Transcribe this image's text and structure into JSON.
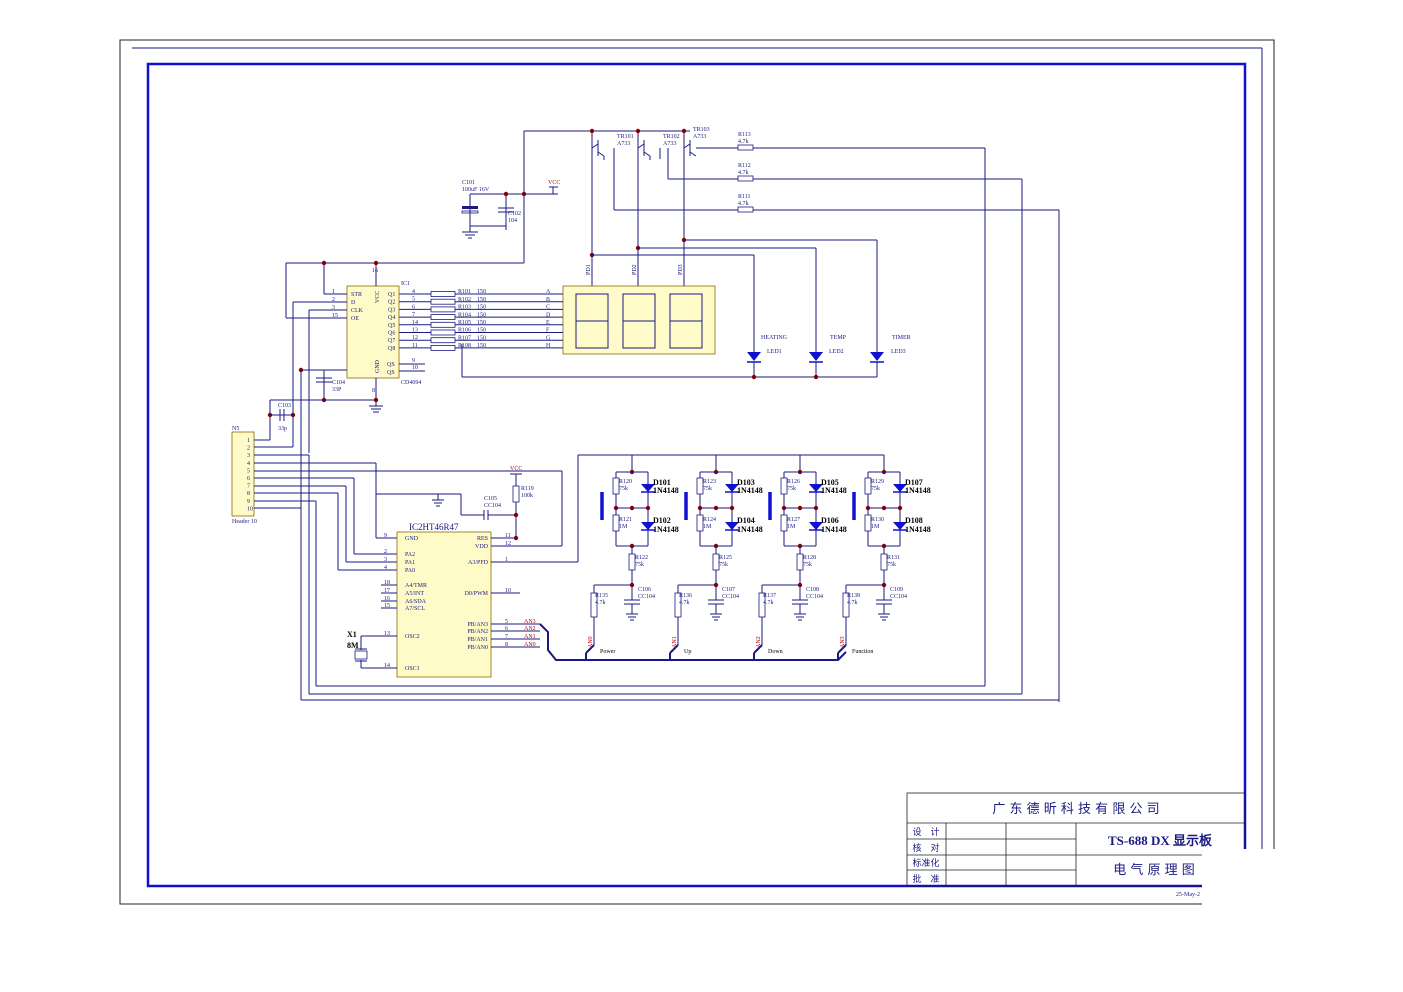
{
  "title_block": {
    "company": "广 东 德 昕 科 技 有 限 公 司",
    "product": "TS-688 DX 显示板",
    "drawing": "电 气 原 理 图",
    "rows": [
      "设　计",
      "核　对",
      "标准化",
      "批　准"
    ],
    "date": "25-May-2"
  },
  "labels": {
    "vcc": "VCC",
    "c101": "C101",
    "c101_val": "100uF 16V",
    "c102": "C102",
    "c102_val": "104",
    "c103": "C103",
    "c103_val": "33p",
    "c104": "C104",
    "c104_val": "33P",
    "c105": "C105",
    "c105_val": "CC104",
    "r119": "R119",
    "r119_val": "100k",
    "ic1": "IC1",
    "ic1_part": "CD4094",
    "ic2": "IC2HT46R47",
    "n5": "N5",
    "n5_part": "Header 10",
    "x1": "X1",
    "x1_val": "8M",
    "tr101": "TR101",
    "tr102": "TR102",
    "tr103": "TR103",
    "a733": "A733",
    "pd1": "PD1",
    "pd2": "PD2",
    "pd3": "PD3",
    "r113": "R113",
    "r112": "R112",
    "r111": "R111",
    "r47k": "4.7k",
    "heating": "HEATING",
    "temp": "TEMP",
    "timer": "TIMER",
    "led1": "LED1",
    "led2": "LED2",
    "led3": "LED3",
    "an3": "AN3",
    "an2": "AN2",
    "an1": "AN1",
    "an0": "AN0"
  },
  "ic1_pins_left": [
    {
      "num": "1",
      "name": "STR"
    },
    {
      "num": "2",
      "name": "D"
    },
    {
      "num": "3",
      "name": "CLK"
    },
    {
      "num": "15",
      "name": "OE"
    }
  ],
  "ic1_pins_right": [
    {
      "num": "4",
      "name": "Q1"
    },
    {
      "num": "5",
      "name": "Q2"
    },
    {
      "num": "6",
      "name": "Q3"
    },
    {
      "num": "7",
      "name": "Q4"
    },
    {
      "num": "14",
      "name": "Q5"
    },
    {
      "num": "13",
      "name": "Q6"
    },
    {
      "num": "12",
      "name": "Q7"
    },
    {
      "num": "11",
      "name": "Q8"
    }
  ],
  "ic1_extra": {
    "vcc": "VCC",
    "gnd": "GND",
    "qs": "QS",
    "qs2": "QS",
    "pin16": "16",
    "pin8": "8",
    "pin9": "9",
    "pin10": "10"
  },
  "seg_resistors": [
    {
      "ref": "R101",
      "val": "150",
      "seg": "A"
    },
    {
      "ref": "R102",
      "val": "150",
      "seg": "B"
    },
    {
      "ref": "R103",
      "val": "150",
      "seg": "C"
    },
    {
      "ref": "R104",
      "val": "150",
      "seg": "D"
    },
    {
      "ref": "R105",
      "val": "150",
      "seg": "E"
    },
    {
      "ref": "R106",
      "val": "150",
      "seg": "F"
    },
    {
      "ref": "R107",
      "val": "150",
      "seg": "G"
    },
    {
      "ref": "R108",
      "val": "150",
      "seg": "H"
    }
  ],
  "n5_pins": [
    "1",
    "2",
    "3",
    "4",
    "5",
    "6",
    "7",
    "8",
    "9",
    "10"
  ],
  "ic2_pins_left": [
    {
      "num": "9",
      "name": "GND"
    },
    {
      "num": "2",
      "name": "PA2"
    },
    {
      "num": "3",
      "name": "PA1"
    },
    {
      "num": "4",
      "name": "PA0"
    },
    {
      "num": "18",
      "name": "A4/TMR"
    },
    {
      "num": "17",
      "name": "A5/INT"
    },
    {
      "num": "16",
      "name": "A6/SDA"
    },
    {
      "num": "15",
      "name": "A7/SCL"
    },
    {
      "num": "13",
      "name": "OSC2"
    },
    {
      "num": "14",
      "name": "OSC1"
    }
  ],
  "ic2_pins_right": [
    {
      "num": "11",
      "name": "RES"
    },
    {
      "num": "12",
      "name": "VDD"
    },
    {
      "num": "1",
      "name": "A3/PFD"
    },
    {
      "num": "10",
      "name": "D0/PWM"
    },
    {
      "num": "5",
      "name": "PB/AN3"
    },
    {
      "num": "6",
      "name": "PB/AN2"
    },
    {
      "num": "7",
      "name": "PB/AN1"
    },
    {
      "num": "8",
      "name": "PB/AN0"
    }
  ],
  "keys": [
    {
      "r_top": "R120",
      "r_top_val": "75k",
      "r_mid": "R121",
      "r_mid_val": "1M",
      "d1": "D101",
      "d2": "D102",
      "d_part": "1N4148",
      "r_bot": "R122",
      "r_bot_val": "75k",
      "r_pull": "R135",
      "r_pull_val": "4.7k",
      "cap": "C106",
      "cap_val": "CC104",
      "an": "AN0",
      "name": "Power"
    },
    {
      "r_top": "R123",
      "r_top_val": "75k",
      "r_mid": "R124",
      "r_mid_val": "1M",
      "d1": "D103",
      "d2": "D104",
      "d_part": "1N4148",
      "r_bot": "R125",
      "r_bot_val": "75k",
      "r_pull": "R136",
      "r_pull_val": "4.7k",
      "cap": "C107",
      "cap_val": "CC104",
      "an": "AN1",
      "name": "Up"
    },
    {
      "r_top": "R126",
      "r_top_val": "75k",
      "r_mid": "R127",
      "r_mid_val": "1M",
      "d1": "D105",
      "d2": "D106",
      "d_part": "1N4148",
      "r_bot": "R128",
      "r_bot_val": "75k",
      "r_pull": "R137",
      "r_pull_val": "4.7k",
      "cap": "C108",
      "cap_val": "CC104",
      "an": "AN2",
      "name": "Down"
    },
    {
      "r_top": "R129",
      "r_top_val": "75k",
      "r_mid": "R130",
      "r_mid_val": "1M",
      "d1": "D107",
      "d2": "D108",
      "d_part": "1N4148",
      "r_bot": "R131",
      "r_bot_val": "75k",
      "r_pull": "R138",
      "r_pull_val": "4.7k",
      "cap": "C109",
      "cap_val": "CC104",
      "an": "AN3",
      "name": "Function"
    }
  ]
}
